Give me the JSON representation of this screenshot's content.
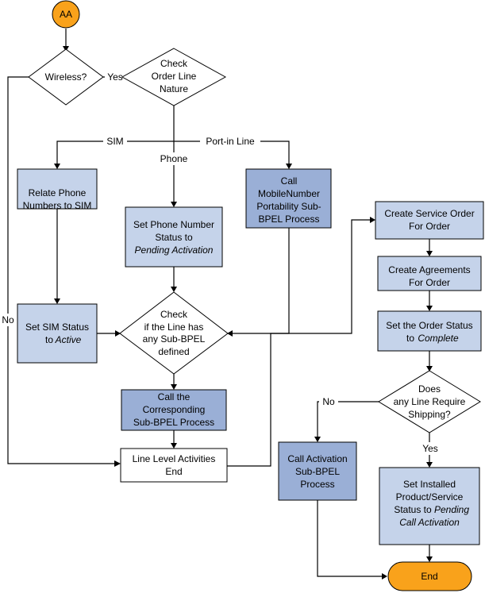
{
  "start": {
    "label": "AA"
  },
  "end": {
    "label": "End"
  },
  "decisions": {
    "wireless": {
      "label": "Wireless?"
    },
    "order_line_nature": {
      "lines": [
        "Check",
        "Order Line",
        "Nature"
      ]
    },
    "line_has_subbpel": {
      "lines": [
        "Check",
        "if the Line has",
        "any Sub-BPEL",
        "defined"
      ]
    },
    "line_require_shipping": {
      "lines": [
        "Does",
        "any Line Require",
        "Shipping?"
      ]
    }
  },
  "processes": {
    "relate_phone_numbers": {
      "lines": [
        "Relate Phone",
        "Numbers to SIM"
      ]
    },
    "set_phone_number_status": {
      "lines": [
        "Set Phone Number",
        "Status to"
      ],
      "italic_line": "Pending Activation"
    },
    "call_mnp": {
      "lines": [
        "Call",
        "MobileNumber",
        "Portability Sub-",
        "BPEL Process"
      ]
    },
    "set_sim_status": {
      "lines": [
        "Set SIM Status",
        "to"
      ],
      "italic_word": "Active"
    },
    "call_corresponding": {
      "lines": [
        "Call the",
        "Corresponding",
        "Sub-BPEL Process"
      ]
    },
    "line_level_end": {
      "lines": [
        "Line Level Activities",
        "End"
      ]
    },
    "create_service_order": {
      "lines": [
        "Create Service Order",
        "For Order"
      ]
    },
    "create_agreements": {
      "lines": [
        "Create Agreements",
        "For Order"
      ]
    },
    "set_order_status": {
      "lines": [
        "Set the Order Status",
        "to"
      ],
      "italic_word": "Complete"
    },
    "call_activation": {
      "lines": [
        "Call Activation",
        "Sub-BPEL",
        "Process"
      ]
    },
    "set_installed_product": {
      "lines": [
        "Set Installed",
        "Product/Service",
        "Status to"
      ],
      "italic_line_a": "Pending",
      "italic_line_b": "Call Activation"
    }
  },
  "edge_labels": {
    "yes_wireless": "Yes",
    "no_wireless": "No",
    "sim": "SIM",
    "port_in": "Port-in Line",
    "phone": "Phone",
    "no_shipping": "No",
    "yes_shipping": "Yes"
  }
}
